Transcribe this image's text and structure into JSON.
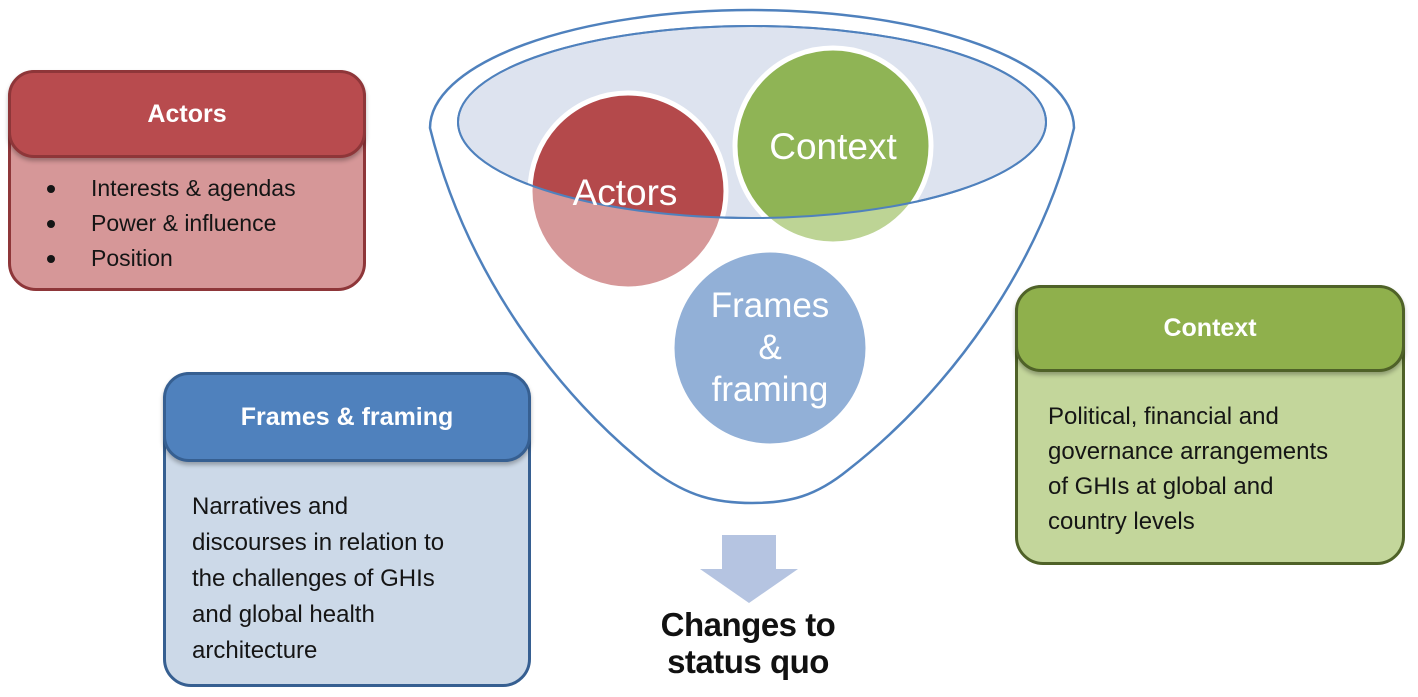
{
  "panels": {
    "actors": {
      "title": "Actors",
      "bullets": [
        "Interests & agendas",
        "Power & influence",
        "Position"
      ],
      "header_color": "#b84b4e",
      "body_color": "#d69798",
      "border_color": "#8e3639"
    },
    "frames": {
      "title": "Frames & framing",
      "body_text": "Narratives and discourses in relation to the challenges of GHIs and global health architecture",
      "body_lines": [
        "Narratives and",
        "discourses in relation to",
        "the challenges of GHIs",
        "and global health",
        "architecture"
      ],
      "header_color": "#4f81bd",
      "body_color": "#ccd9e8",
      "border_color": "#365f91"
    },
    "context": {
      "title": "Context",
      "body_text": "Political, financial and governance arrangements of GHIs at global and country levels",
      "body_lines": [
        "Political, financial and",
        "governance arrangements",
        "of GHIs at global and",
        "country levels"
      ],
      "header_color": "#8fb04c",
      "body_color": "#c3d69b",
      "border_color": "#4f6228"
    }
  },
  "funnel": {
    "outline_color": "#4f81bd",
    "bowl_fill": "#dde3ef",
    "circles": {
      "actors": {
        "label": "Actors",
        "fill": "#b4494b",
        "fill_light": "#d69899"
      },
      "context": {
        "label": "Context",
        "fill": "#8fb455",
        "fill_light": "#bdd495"
      },
      "frames": {
        "label": "Frames & framing",
        "lines": [
          "Frames",
          "&",
          "framing"
        ],
        "fill": "#92b0d7"
      }
    },
    "arrow_color": "#b5c4e1"
  },
  "outcome": {
    "text": "Changes to status quo",
    "lines": [
      "Changes to",
      "status quo"
    ]
  }
}
